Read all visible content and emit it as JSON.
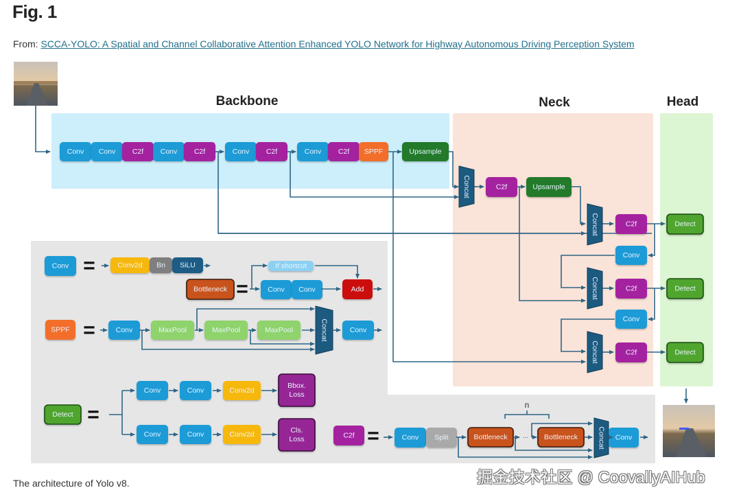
{
  "figure": {
    "title": "Fig. 1",
    "from_label": "From:",
    "source_link": "SCCA-YOLO: A Spatial and Channel Collaborative Attention Enhanced YOLO Network for Highway Autonomous Driving Perception System",
    "caption": "The architecture of Yolo v8.",
    "watermark": "掘金技术社区 @ CoovallyAIHub"
  },
  "colors": {
    "conv": "#1f9bd7",
    "c2f": "#a4249f",
    "sppf": "#f26e2a",
    "upsample": "#237a2a",
    "concat": "#1d5a80",
    "detect": "#4fa52f",
    "conv2d": "#f7b80f",
    "bn": "#7f7f7f",
    "silu": "#1c5b85",
    "bottleneck": "#c9521b",
    "add": "#cc1010",
    "maxpool": "#8fd36c",
    "split": "#a9a9a9",
    "loss": "#962695",
    "shortcut": "#8dd1f2",
    "backbone_bg": "#cdeefb",
    "neck_bg": "#fae3d8",
    "head_bg": "#dcf5d2",
    "legend_bg": "#e6e6e6",
    "wire": "#2f6585"
  },
  "sections": {
    "backbone": "Backbone",
    "neck": "Neck",
    "head": "Head"
  },
  "backbone": {
    "blocks": [
      "Conv",
      "Conv",
      "C2f",
      "Conv",
      "C2f",
      "Conv",
      "C2f",
      "Conv",
      "C2f",
      "SPPF",
      "Upsample"
    ]
  },
  "neck": {
    "concat_label": "Concat",
    "blocks": [
      "Concat",
      "C2f",
      "Upsample",
      "Concat",
      "C2f",
      "Conv",
      "Concat",
      "C2f",
      "Conv",
      "Concat",
      "C2f"
    ]
  },
  "head": {
    "blocks": [
      "Detect",
      "Detect",
      "Detect"
    ]
  },
  "legend": {
    "equals": "=",
    "conv_def": {
      "name": "Conv",
      "parts": [
        "Conv2d",
        "Bn",
        "SiLU"
      ]
    },
    "bottleneck_def": {
      "name": "Bottleneck",
      "shortcut": "If shortcut",
      "parts": [
        "Conv",
        "Conv"
      ],
      "merge": "Add"
    },
    "sppf_def": {
      "name": "SPPF",
      "parts": [
        "Conv",
        "MaxPool",
        "MaxPool",
        "MaxPool",
        "Concat",
        "Conv"
      ]
    },
    "detect_def": {
      "name": "Detect",
      "branch_bbox": [
        "Conv",
        "Conv",
        "Conv2d",
        "Bbox.",
        "Loss"
      ],
      "branch_cls": [
        "Conv",
        "Conv",
        "Conv2d",
        "Cls.",
        "Loss"
      ]
    },
    "c2f_def": {
      "name": "C2f",
      "parts": [
        "Conv",
        "Split",
        "Bottleneck",
        "...",
        "Bottleneck",
        "Concat",
        "Conv"
      ],
      "repeat_label": "n"
    }
  },
  "images": {
    "input": "input-road-image",
    "output": "output-detection-image"
  }
}
